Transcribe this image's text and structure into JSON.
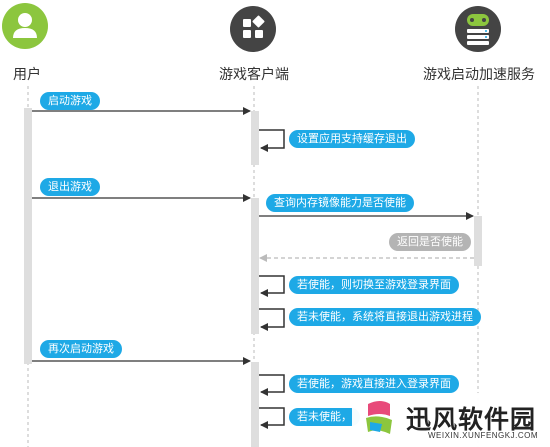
{
  "actors": {
    "user": {
      "label": "用户",
      "color": "#8cc63e",
      "icon": "person-icon"
    },
    "client": {
      "label": "游戏客户端",
      "color": "#444444",
      "icon": "app-grid-icon"
    },
    "booster": {
      "label": "游戏启动加速服务",
      "color": "#444444",
      "icon": "gamepad-server-icon"
    }
  },
  "messages": [
    {
      "text": "启动游戏",
      "style": "blue",
      "from": "user",
      "to": "client"
    },
    {
      "text": "设置应用支持缓存退出",
      "style": "blue",
      "from": "client",
      "to": "client"
    },
    {
      "text": "退出游戏",
      "style": "blue",
      "from": "user",
      "to": "client"
    },
    {
      "text": "查询内存镜像能力是否使能",
      "style": "blue",
      "from": "client",
      "to": "booster"
    },
    {
      "text": "返回是否使能",
      "style": "gray",
      "from": "booster",
      "to": "client"
    },
    {
      "text": "若使能，则切换至游戏登录界面",
      "style": "blue",
      "from": "client",
      "to": "client"
    },
    {
      "text": "若未使能，系统将直接退出游戏进程",
      "style": "blue",
      "from": "client",
      "to": "client"
    },
    {
      "text": "再次启动游戏",
      "style": "blue",
      "from": "user",
      "to": "client"
    },
    {
      "text": "若使能，游戏直接进入登录界面",
      "style": "blue",
      "from": "client",
      "to": "client"
    },
    {
      "text": "若未使能，",
      "style": "blue",
      "from": "client",
      "to": "client"
    }
  ],
  "watermark": {
    "title": "迅风软件园",
    "subtitle": "WEIXIN.XUNFENGKJ.COM",
    "logo": "xunfeng-logo"
  },
  "colors": {
    "accent_blue": "#1ea9e6",
    "gray_pill": "#b4b4b4",
    "activation_bar": "#dedede",
    "arrow": "#333333"
  }
}
